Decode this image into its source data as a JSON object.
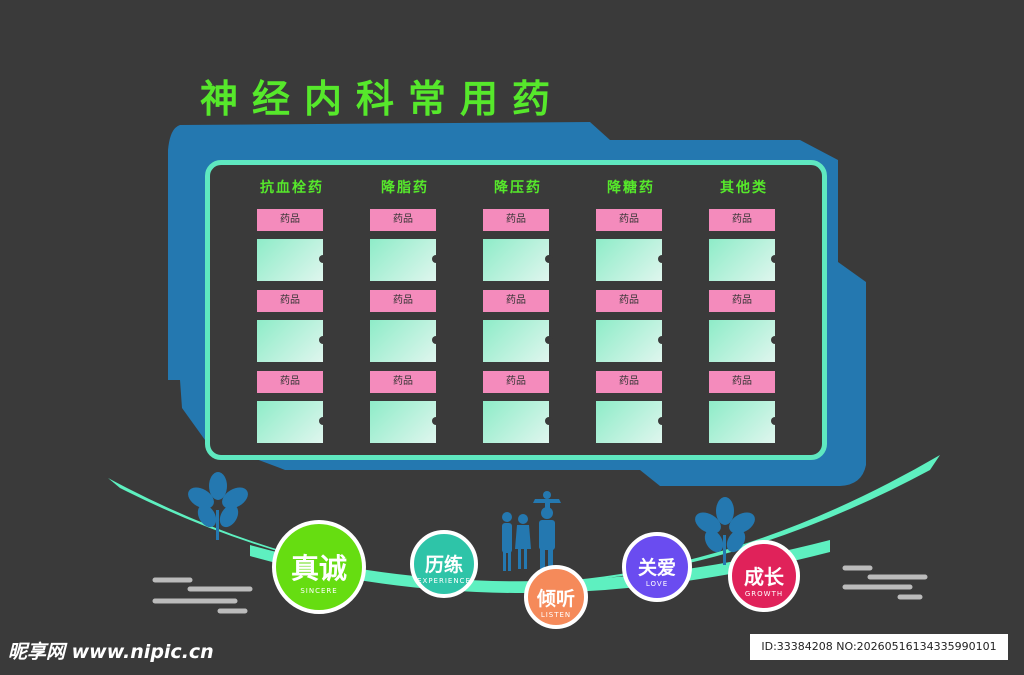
{
  "title": "神经内科常用药",
  "columns": [
    {
      "header": "抗血栓药",
      "tags": [
        "药品",
        "药品",
        "药品"
      ]
    },
    {
      "header": "降脂药",
      "tags": [
        "药品",
        "药品",
        "药品"
      ]
    },
    {
      "header": "降压药",
      "tags": [
        "药品",
        "药品",
        "药品"
      ]
    },
    {
      "header": "降糖药",
      "tags": [
        "药品",
        "药品",
        "药品"
      ]
    },
    {
      "header": "其他类",
      "tags": [
        "药品",
        "药品",
        "药品"
      ]
    }
  ],
  "bubbles": [
    {
      "cn": "真诚",
      "en": "SINCERE",
      "color": "#66dd11"
    },
    {
      "cn": "历练",
      "en": "EXPERIENCE",
      "color": "#2ec4a8"
    },
    {
      "cn": "倾听",
      "en": "LISTEN",
      "color": "#f58a5a"
    },
    {
      "cn": "关爱",
      "en": "LOVE",
      "color": "#6a4cf0"
    },
    {
      "cn": "成长",
      "en": "GROWTH",
      "color": "#e0225a"
    }
  ],
  "watermark": {
    "site": "昵享网 www.nipic.cn",
    "id": "ID:33384208 NO:20260516134335990101"
  },
  "colors": {
    "background": "#3a3a3a",
    "title": "#56e82b",
    "board_border": "#5fe8c0",
    "blue_shape": "#2478b0",
    "tag": "#f48bbc"
  }
}
